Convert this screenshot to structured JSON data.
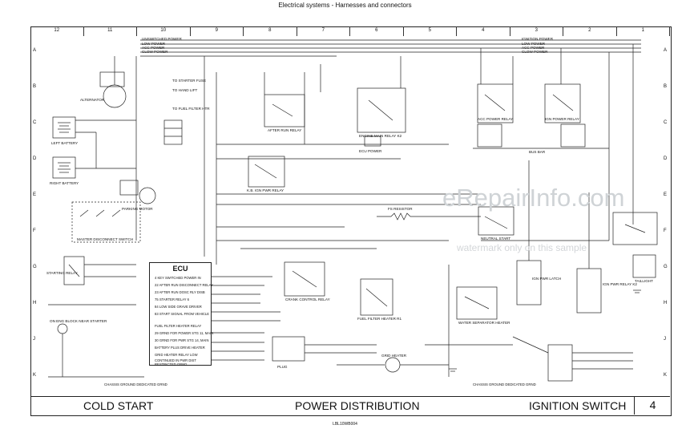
{
  "header": {
    "title": "Electrical systems - Harnesses and connectors"
  },
  "columns": [
    "12",
    "11",
    "10",
    "9",
    "8",
    "7",
    "6",
    "5",
    "4",
    "3",
    "2",
    "1"
  ],
  "rows": [
    "A",
    "B",
    "C",
    "D",
    "E",
    "F",
    "G",
    "H",
    "J",
    "K"
  ],
  "ecu": {
    "title": "ECU",
    "pins": [
      "4 KEY SWITCHED POWER IN",
      "22 AFTER RUN DISCONNECT RELAY",
      "23 AFTER RUN DOSC RLY DISB",
      "75 STARTER RELAY 6",
      "84 LOW SIDE GRAVE DRIVER",
      "83 START SIGNAL FROM VEHICLE",
      "FUEL FILTER HEATER RELAY",
      "29 GRND FOR POWER STG 11, MAIN",
      "30 GRND FOR PWR STG 14, MAIN",
      "BATTERY PLUS DRIVE HEATER",
      "GRID HEATER RELAY LOW",
      "CONTINUED IN PWR DIST",
      "RESTRICTED GRND"
    ]
  },
  "labels": {
    "unswitched": [
      "UNSWITCHED POWER",
      "LOW POWER",
      "ACC POWER",
      "CLOW POWER"
    ],
    "ign_top": [
      "IGNITION POWER",
      "LOW POWER",
      "ACC POWER",
      "CLOW POWER"
    ],
    "alternator": "ALTERNATOR",
    "left_battery": "LEFT BATTERY",
    "right_battery": "RIGHT BATTERY",
    "parking_motor": "PARKING MOTOR",
    "master_disconnect": "MASTER DISCONNECT SWITCH",
    "starting_relay": "STARTING RELAY",
    "on_eng_block": "ON ENG BLOCK NEAR STARTER",
    "after_run": "AFTER RUN RELAY",
    "engine_main_relay": "ENGINE MAIN RELAY K2",
    "ecu_power": "ECU POWER",
    "ign_lo_relay": "K.B. IGN PWR RELAY",
    "crank_control": "CRANK CONTROL RELAY",
    "fuel_filter_heater": "FUEL FILTER HEATER R1",
    "grid_heater": "GRID HEATER",
    "neutral_start": "NEUTRAL START",
    "water_separator": "WATER SEPARATOR HEATER",
    "acc_power_relay": "ACC POWER RELAY",
    "ign_power_relay": "IGN POWER RELAY",
    "bus_bar": "BUS BAR",
    "taillight": "TAILLIGHT",
    "ign_pwr_latch": "IGN PWR LATCH",
    "ign_pwr_relay2": "IGN PWR RELAY K2",
    "resistor": "FS RESISTOR",
    "chassis_gnd_left": "CHASSIS GROUND DEDICATED GRND",
    "chassis_gnd_right": "CHASSIS GROUND DEDICATED GRND",
    "plug": "PLUG",
    "start_fuse": "TO STARTER FUSE",
    "hand_lift": "TO HAND LIFT",
    "fuel_filter_htr": "TO FUEL FILTER HTR"
  },
  "footer": {
    "left": "COLD START",
    "center": "POWER DISTRIBUTION",
    "right": "IGNITION SWITCH",
    "page": "4"
  },
  "bottom_ref": "LBL10WB004",
  "watermark": {
    "main": "eRepairInfo.com",
    "sub": "watermark only on this sample"
  }
}
